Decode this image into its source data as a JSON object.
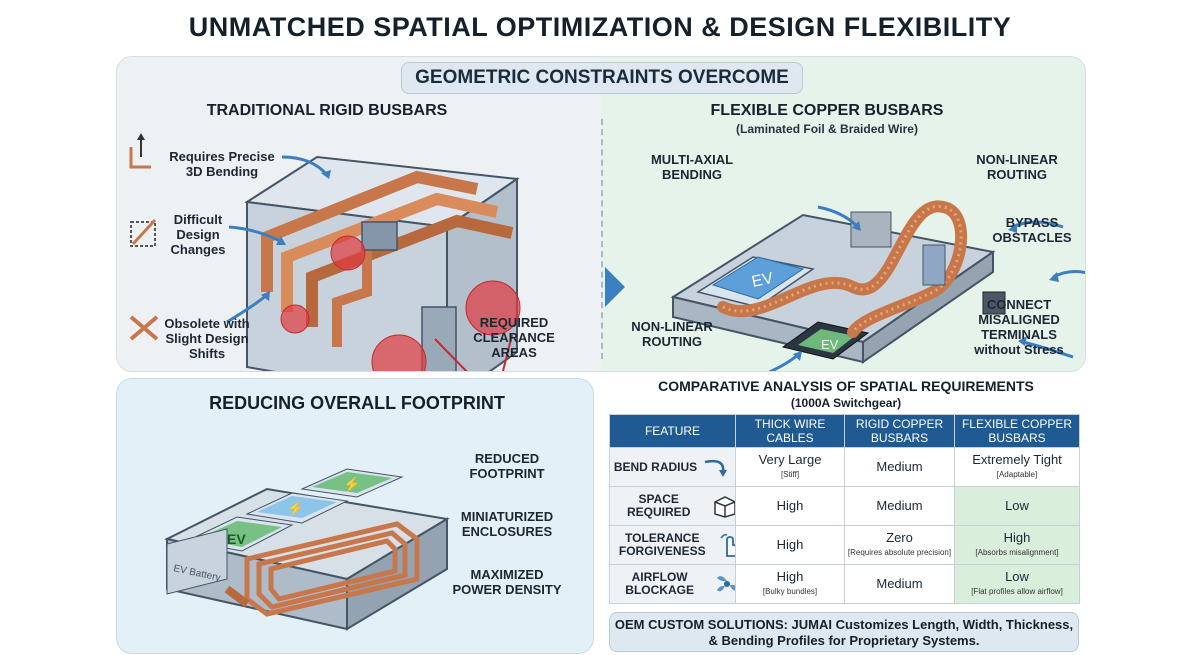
{
  "title": "UNMATCHED SPATIAL OPTIMIZATION & DESIGN FLEXIBILITY",
  "geometric": {
    "banner": "GEOMETRIC CONSTRAINTS OVERCOME",
    "traditional": {
      "heading": "TRADITIONAL RIGID BUSBARS",
      "callouts": [
        "Requires Precise 3D Bending",
        "Difficult Design Changes",
        "Obsolete with Slight Design Shifts"
      ],
      "clearance": "REQUIRED CLEARANCE AREAS"
    },
    "flexible": {
      "heading": "FLEXIBLE COPPER BUSBARS",
      "subheading": "(Laminated Foil & Braided Wire)",
      "callouts": {
        "multi_axial": "MULTI-AXIAL BENDING",
        "nonlinear_top": "NON-LINEAR ROUTING",
        "bypass": "BYPASS OBSTACLES",
        "nonlinear_bottom": "NON-LINEAR ROUTING",
        "connect": "CONNECT MISALIGNED TERMINALS without Stress"
      },
      "module_labels": [
        "EV",
        "EV"
      ]
    }
  },
  "footprint": {
    "heading": "REDUCING OVERALL FOOTPRINT",
    "items": [
      "REDUCED FOOTPRINT",
      "MINIATURIZED ENCLOSURES",
      "MAXIMIZED POWER DENSITY"
    ],
    "battery_label": "EV Battery",
    "module_label": "EV"
  },
  "comparison": {
    "title": "COMPARATIVE ANALYSIS OF SPATIAL REQUIREMENTS",
    "subtitle": "(1000A Switchgear)",
    "headers": [
      "FEATURE",
      "THICK WIRE CABLES",
      "RIGID COPPER BUSBARS",
      "FLEXIBLE COPPER BUSBARS"
    ],
    "rows": [
      {
        "feature": "BEND RADIUS",
        "icon": "curved-arrow-icon",
        "thick": {
          "main": "Very Large",
          "note": "[Stiff]"
        },
        "rigid": {
          "main": "Medium",
          "note": ""
        },
        "flex": {
          "main": "Extremely Tight",
          "note": "[Adaptable]"
        }
      },
      {
        "feature": "SPACE REQUIRED",
        "icon": "cube-icon",
        "thick": {
          "main": "High",
          "note": ""
        },
        "rigid": {
          "main": "Medium",
          "note": ""
        },
        "flex": {
          "main": "Low",
          "note": ""
        }
      },
      {
        "feature": "TOLERANCE FORGIVENESS",
        "icon": "hand-pointer-icon",
        "thick": {
          "main": "High",
          "note": ""
        },
        "rigid": {
          "main": "Zero",
          "note": "[Requires absolute precision]"
        },
        "flex": {
          "main": "High",
          "note": "[Absorbs misalignment]"
        }
      },
      {
        "feature": "AIRFLOW BLOCKAGE",
        "icon": "fan-icon",
        "thick": {
          "main": "High",
          "note": "[Bulky bundles]"
        },
        "rigid": {
          "main": "Medium",
          "note": ""
        },
        "flex": {
          "main": "Low",
          "note": "[Flat profiles allow airflow]"
        }
      }
    ]
  },
  "oem_note": "OEM CUSTOM SOLUTIONS: JUMAI Customizes Length, Width, Thickness, & Bending Profiles for Proprietary Systems.",
  "colors": {
    "copper": "#c8774a",
    "table_header": "#1f5a92",
    "highlight_green": "#d9efdc",
    "clearance_red": "#e0393e"
  }
}
